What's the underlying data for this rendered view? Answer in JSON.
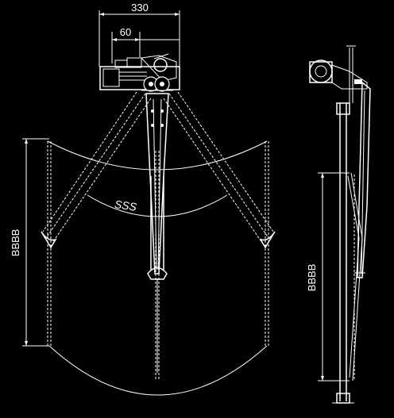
{
  "front_view": {
    "dim_total_width": "330",
    "dim_offset": "60",
    "angle_label": "SSS",
    "height_label": "BBBB"
  },
  "side_view": {
    "height_label": "BBBB"
  },
  "colors": {
    "background": "#000000",
    "line": "#ffffff"
  }
}
